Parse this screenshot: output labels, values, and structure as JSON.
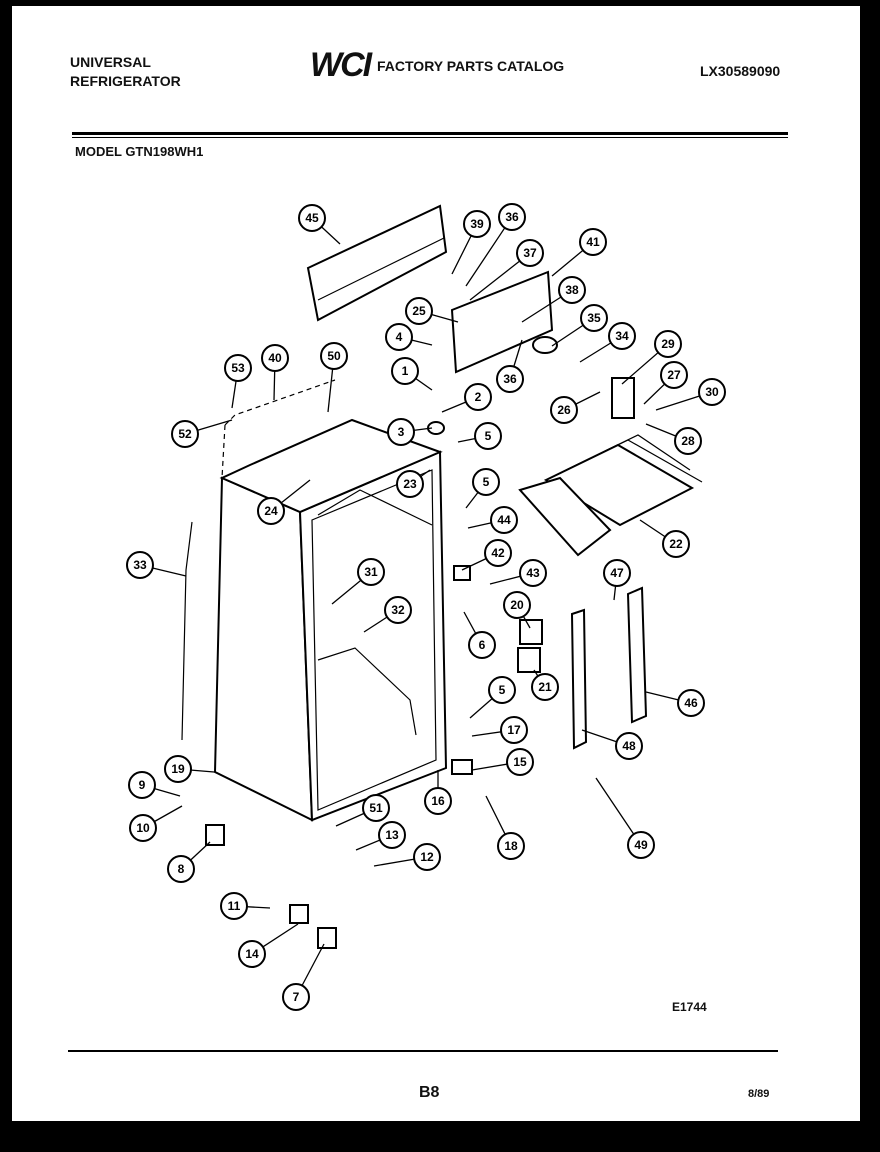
{
  "header": {
    "brand_line1": "UNIVERSAL",
    "brand_line2": "REFRIGERATOR",
    "logo_text": "WCI",
    "catalog_title": "FACTORY PARTS CATALOG",
    "catalog_number": "LX30589090",
    "model_label": "MODEL GTN198WH1"
  },
  "diagram": {
    "figure_id": "E1744",
    "callouts": [
      "45",
      "39",
      "36",
      "37",
      "41",
      "25",
      "38",
      "35",
      "34",
      "4",
      "36",
      "1",
      "2",
      "53",
      "40",
      "50",
      "52",
      "3",
      "5",
      "29",
      "27",
      "30",
      "26",
      "28",
      "23",
      "24",
      "5",
      "44",
      "22",
      "33",
      "31",
      "32",
      "42",
      "43",
      "47",
      "20",
      "6",
      "21",
      "46",
      "5",
      "17",
      "48",
      "9",
      "19",
      "15",
      "16",
      "10",
      "51",
      "13",
      "18",
      "49",
      "8",
      "12",
      "11",
      "14",
      "7"
    ]
  },
  "footer": {
    "page": "B8",
    "date": "8/89"
  }
}
